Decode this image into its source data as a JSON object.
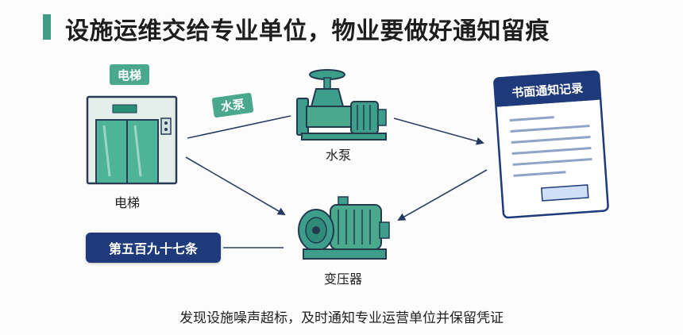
{
  "title": "设施运维交给专业单位，物业要做好通知留痕",
  "elevator": {
    "tag": "电梯",
    "caption": "电梯"
  },
  "pump": {
    "tag": "水泵",
    "caption": "水泵"
  },
  "transformer": {
    "caption": "变压器"
  },
  "document": {
    "title": "书面通知记录"
  },
  "law_tag": "第五百九十七条",
  "footer": "发现设施噪声超标，及时通知专业运营单位并保留凭证",
  "colors": {
    "accent_green": "#4aa88c",
    "navy": "#1f3a7a",
    "teal_machine": "#3e9e8c",
    "arrow": "#23395f"
  }
}
